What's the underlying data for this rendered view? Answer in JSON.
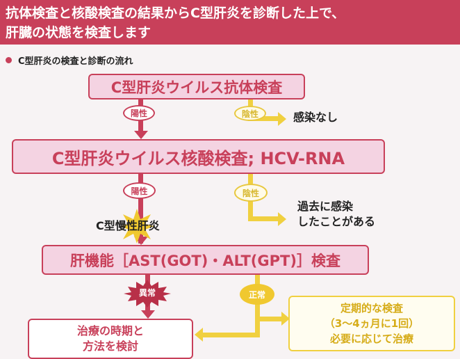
{
  "header": {
    "line1": "抗体検査と核酸検査の結果からC型肝炎を診断した上で、",
    "line2": "肝臓の状態を検査します"
  },
  "subtitle": "C型肝炎の検査と診断の流れ",
  "flow": {
    "step1": "C型肝炎ウイルス抗体検査",
    "step1_positive": "陽性",
    "step1_negative": "陰性",
    "step1_negative_result": "感染なし",
    "step2": "C型肝炎ウイルス核酸検査; HCV-RNA",
    "step2_positive": "陽性",
    "step2_negative": "陰性",
    "step2_negative_result_line1": "過去に感染",
    "step2_negative_result_line2": "したことがある",
    "diagnosis": "C型慢性肝炎",
    "step3": "肝機能［AST(GOT)・ALT(GPT)］検査",
    "abnormal": "異常",
    "normal": "正常",
    "treatment_line1": "治療の時期と",
    "treatment_line2": "方法を検討",
    "followup_line1": "定期的な検査",
    "followup_line2": "（3〜4ヵ月に1回）",
    "followup_line3": "必要に応じて治療"
  },
  "colors": {
    "accent": "#c8405a",
    "yellow": "#f0d040",
    "pink_fill": "#f4d3e2"
  }
}
